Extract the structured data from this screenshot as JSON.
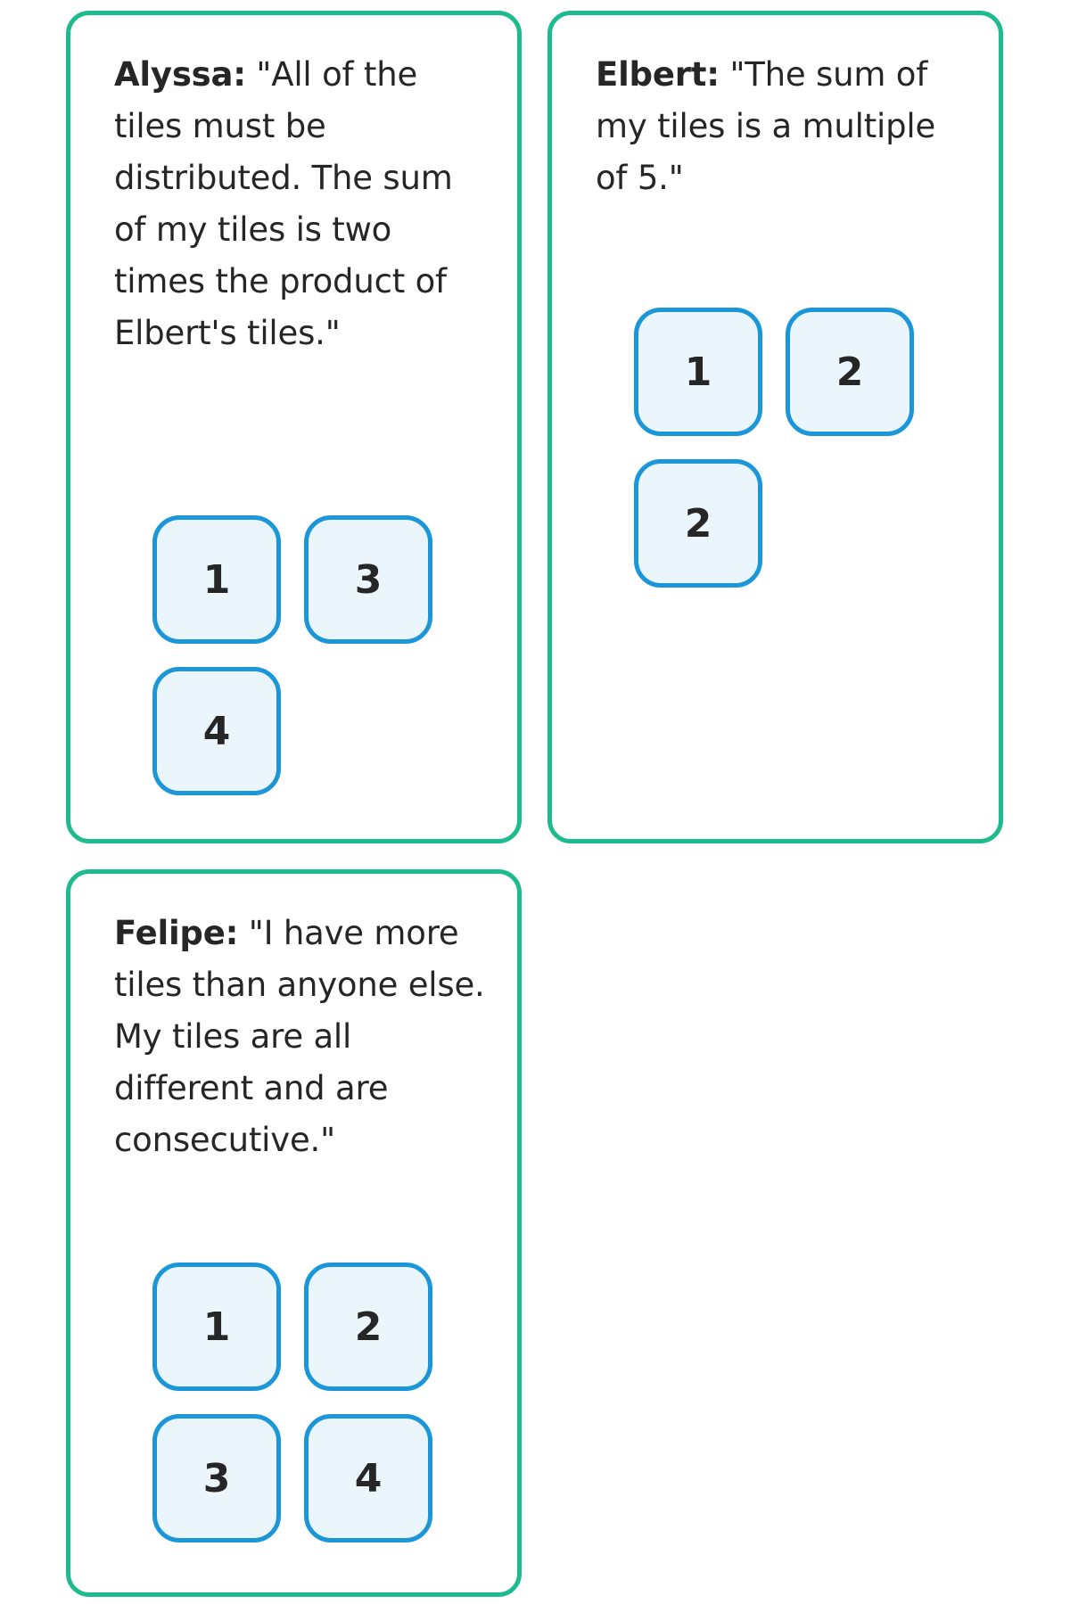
{
  "cards": [
    {
      "speaker": "Alyssa:",
      "quote": "\"All of the tiles must be distributed. The sum of my tiles is two times the product of Elbert's tiles.\"",
      "tiles": [
        "1",
        "3",
        "4"
      ]
    },
    {
      "speaker": "Elbert:",
      "quote": "\"The sum of my tiles is a multiple of 5.\"",
      "tiles": [
        "1",
        "2",
        "2"
      ]
    },
    {
      "speaker": "Felipe:",
      "quote": "\"I have more tiles than anyone else. My tiles are all different and are consecutive.\"",
      "tiles": [
        "1",
        "2",
        "3",
        "4"
      ]
    }
  ],
  "colors": {
    "card_border": "#1dbb8e",
    "tile_border": "#1b96d8",
    "tile_fill": "#eaf5fc",
    "text": "#262626"
  }
}
